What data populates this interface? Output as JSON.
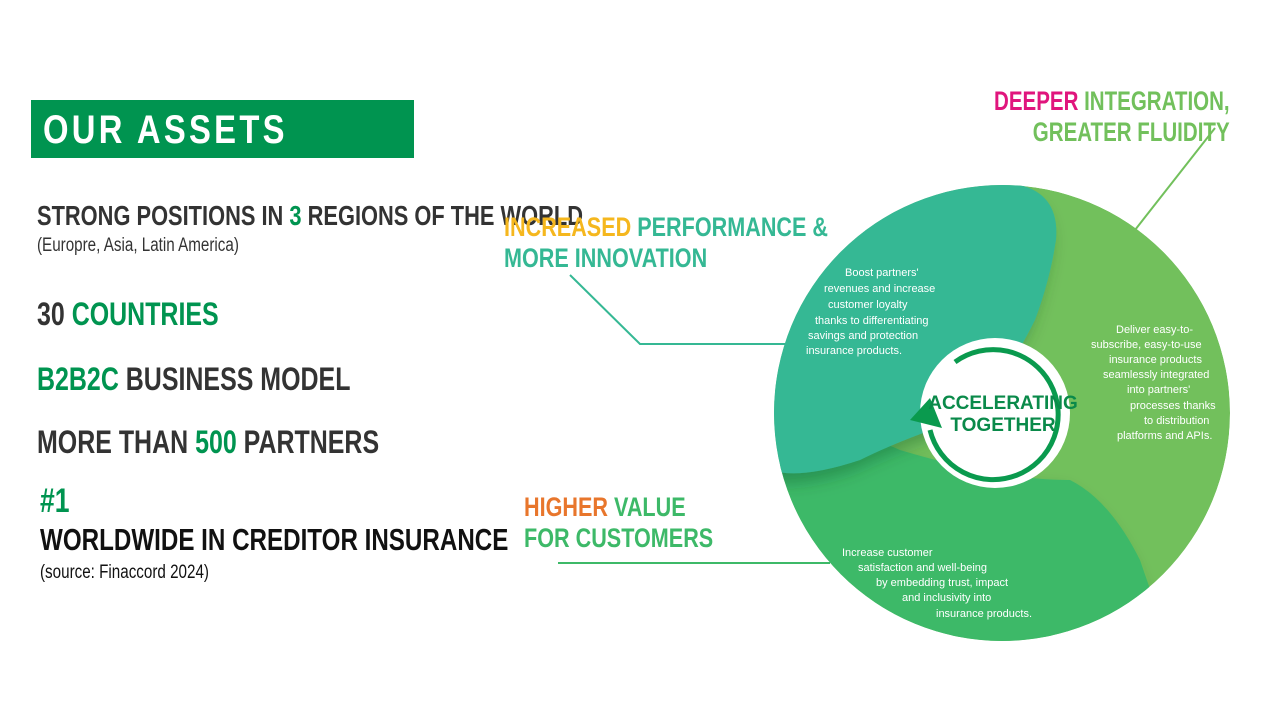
{
  "title": "OUR ASSETS",
  "assets": {
    "regions_pre": "STRONG POSITIONS IN ",
    "regions_num": "3",
    "regions_post": " REGIONS OF THE WORLD",
    "regions_sub": "(Europre, Asia, Latin America)",
    "countries_num": "30 ",
    "countries_word": "COUNTRIES",
    "model_hl": "B2B2C",
    "model_rest": " BUSINESS MODEL",
    "partners_pre": "MORE THAN ",
    "partners_num": "500",
    "partners_post": " PARTNERS",
    "rank": "#1",
    "rank_text": "WORLDWIDE IN CREDITOR INSURANCE",
    "rank_source": "(source: Finaccord 2024)"
  },
  "diagram": {
    "center": [
      "ACCELERATING",
      "TOGETHER"
    ],
    "segments": [
      {
        "head_a": "INCREASED",
        "head_b": " PERFORMANCE &",
        "head_c": "MORE INNOVATION",
        "text": [
          "Boost partners'",
          "revenues and increase",
          "customer loyalty",
          "thanks to differentiating",
          "savings and protection",
          "insurance products."
        ]
      },
      {
        "head_a": "DEEPER",
        "head_b": " INTEGRATION,",
        "head_c": "GREATER FLUIDITY",
        "text": [
          "Deliver easy-to-",
          "subscribe, easy-to-use",
          "insurance products",
          "seamlessly integrated",
          "into partners'",
          "processes thanks",
          "to distribution",
          "platforms and APIs."
        ]
      },
      {
        "head_a": "HIGHER",
        "head_b": " VALUE",
        "head_c": "FOR CUSTOMERS",
        "text": [
          "Increase customer",
          "satisfaction and well-being",
          "by embedding trust, impact",
          "and inclusivity into",
          "insurance products."
        ]
      }
    ]
  },
  "colors": {
    "brand_green": "#009450",
    "teal": "#35b894",
    "light_green": "#72c05c",
    "mid_green": "#3db968",
    "yellow": "#f5b71e",
    "magenta": "#e0157d",
    "orange": "#e8762c"
  }
}
